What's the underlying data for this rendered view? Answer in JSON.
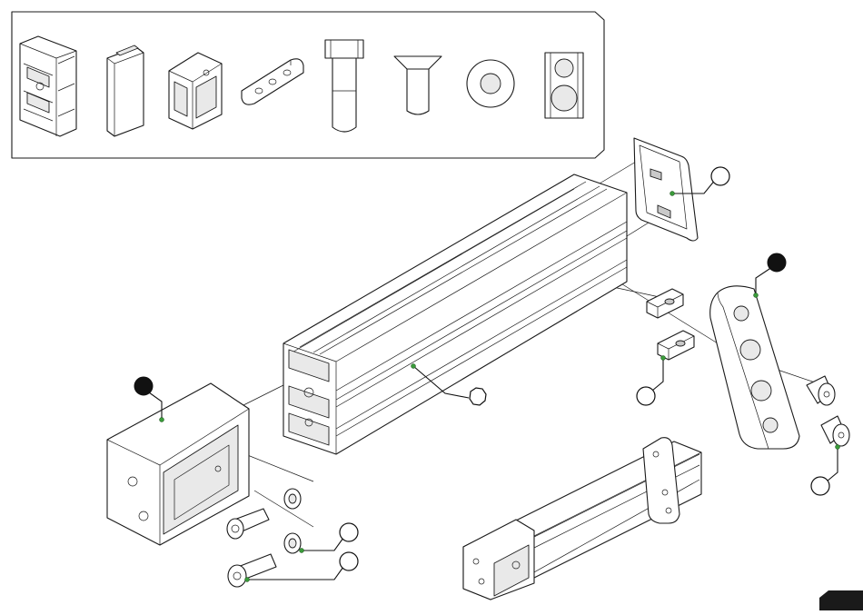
{
  "diagram": {
    "kit_box": {
      "items": [
        {
          "id": "profile-section"
        },
        {
          "id": "end-cap"
        },
        {
          "id": "corner-bracket"
        },
        {
          "id": "mounting-plate"
        },
        {
          "id": "socket-cap-screw"
        },
        {
          "id": "countersunk-screw"
        },
        {
          "id": "washer"
        },
        {
          "id": "t-nut"
        }
      ]
    },
    "callouts": [
      {
        "id": "end-cap-callout",
        "style": "open"
      },
      {
        "id": "plate-callout",
        "style": "filled"
      },
      {
        "id": "bracket-callout",
        "style": "filled"
      },
      {
        "id": "profile-callout",
        "style": "open-hex"
      },
      {
        "id": "tnut-callout",
        "style": "open"
      },
      {
        "id": "countersunk-callout",
        "style": "open"
      },
      {
        "id": "washer-callout",
        "style": "open"
      },
      {
        "id": "socket-screw-callout",
        "style": "open"
      }
    ],
    "colors": {
      "line": "#1a1a1a",
      "anchor": "#3a9b3a",
      "corner_tab": "#1a1a1a"
    }
  }
}
